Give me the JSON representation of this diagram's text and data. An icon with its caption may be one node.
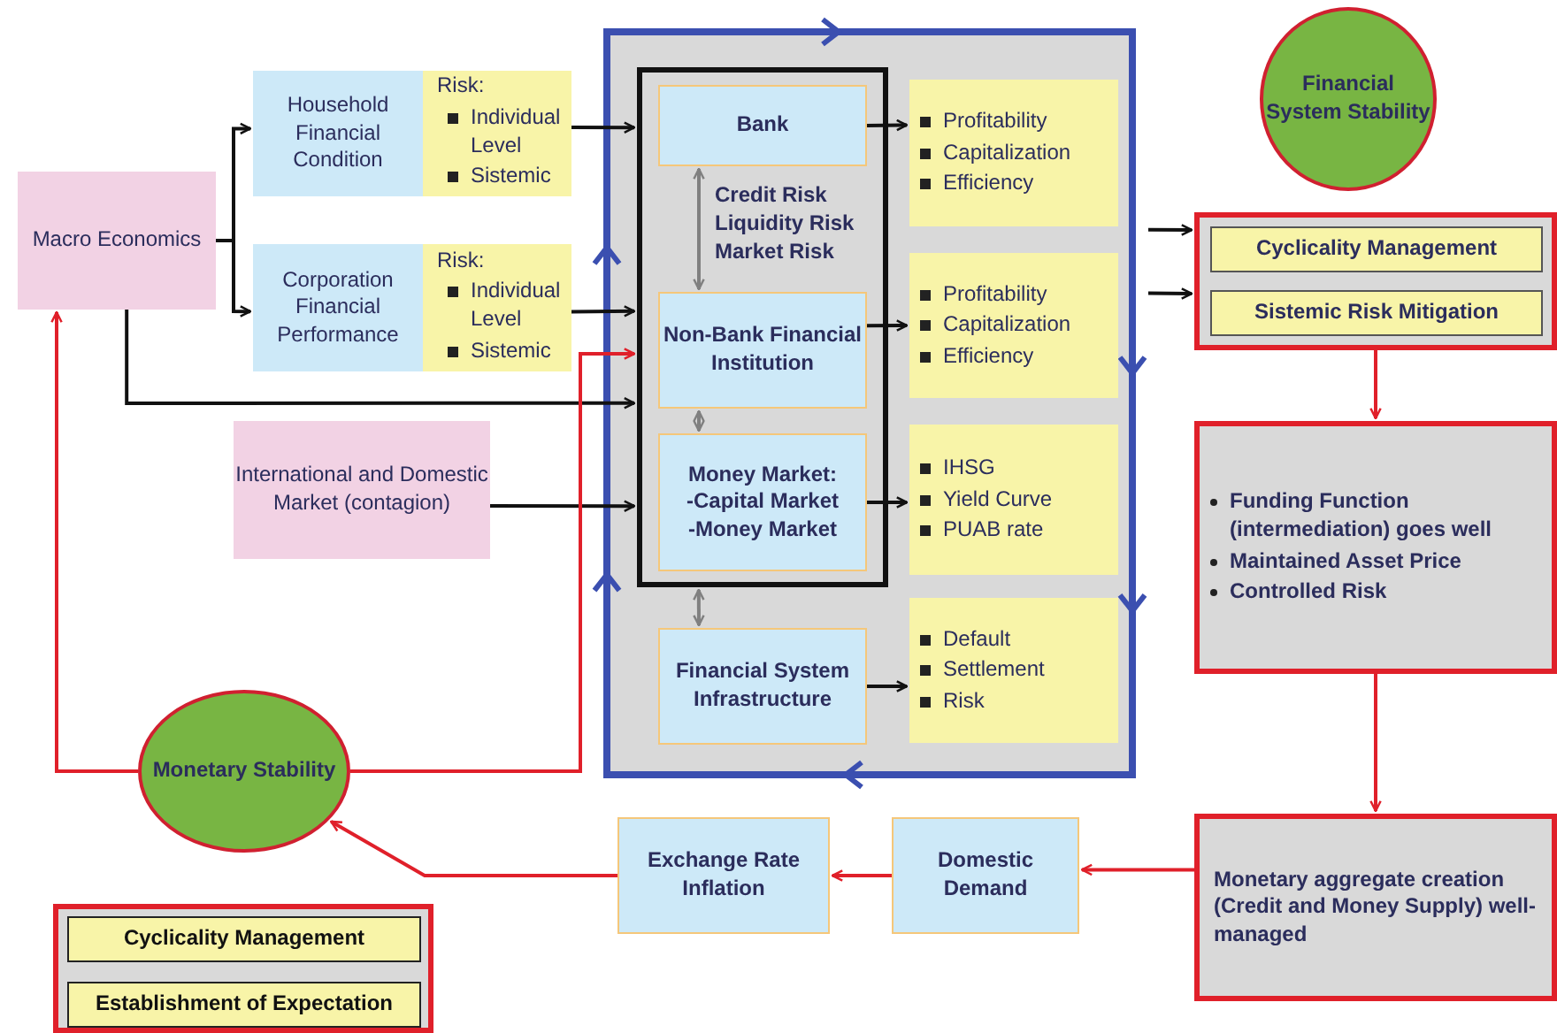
{
  "diagram": {
    "nodes": [
      {
        "text": [
          "Macro Economics"
        ]
      },
      {
        "text": [
          "Household Financial Condition"
        ]
      },
      {
        "text": [
          "Risk:",
          "Individual Level",
          "Sistemic"
        ]
      },
      {
        "text": [
          "Corporation Financial Performance"
        ]
      },
      {
        "text": [
          "Risk:",
          "Individual Level",
          "Sistemic"
        ]
      },
      {
        "text": [
          "International and Domestic Market (contagion)"
        ]
      },
      {
        "text": [],
        "shape": "box"
      },
      {
        "text": [],
        "shape": "box",
        "in": 6
      },
      {
        "text": [
          "Bank"
        ],
        "in": 7
      },
      {
        "text": [
          "Non-Bank Financial Institution"
        ],
        "in": 7
      },
      {
        "text": [
          "Money Market:",
          "-Capital Market",
          "-Money Market"
        ],
        "in": 7
      },
      {
        "text": [
          "Financial System Infrastructure"
        ],
        "in": 6
      },
      {
        "text": [
          "Profitability",
          "Capitalization",
          "Efficiency"
        ],
        "in": 6
      },
      {
        "text": [
          "Profitability",
          "Capitalization",
          "Efficiency"
        ],
        "in": 6
      },
      {
        "text": [
          "IHSG",
          "Yield Curve",
          "PUAB rate"
        ],
        "in": 6
      },
      {
        "text": [
          "Default",
          "Settlement",
          "Risk"
        ],
        "in": 6
      },
      {
        "text": [
          "Financial System Stability"
        ]
      },
      {
        "text": [],
        "shape": "box"
      },
      {
        "text": [
          "Cyclicality Management"
        ],
        "in": 17
      },
      {
        "text": [
          "Sistemic Risk Mitigation"
        ],
        "in": 17
      },
      {
        "text": [
          "Funding Function (intermediation) goes well",
          "Maintained Asset Price",
          "Controlled Risk"
        ]
      },
      {
        "text": [
          "Monetary aggregate creation (Credit and Money Supply) well-managed"
        ]
      },
      {
        "text": [
          "Domestic Demand"
        ]
      },
      {
        "text": [
          "Exchange Rate Inflation"
        ]
      },
      {
        "text": [
          "Monetary Stability"
        ]
      },
      {
        "text": [],
        "shape": "box"
      },
      {
        "text": [
          "Cyclicality Management"
        ],
        "in": 25
      },
      {
        "text": [
          "Establishment of Expectation"
        ],
        "in": 25
      }
    ],
    "edges": [
      {
        "from": 0,
        "to": 1,
        "arrow": "to"
      },
      {
        "from": 0,
        "to": 3,
        "arrow": "to"
      },
      {
        "from": 2,
        "to": 7,
        "arrow": "to"
      },
      {
        "from": 4,
        "to": 7,
        "arrow": "to"
      },
      {
        "from": 0,
        "to": 7,
        "arrow": "to"
      },
      {
        "from": 5,
        "to": 7,
        "arrow": "to"
      },
      {
        "from": 24,
        "to": 7,
        "arrow": "to",
        "color": "#e0202a"
      },
      {
        "from": 24,
        "to": 0,
        "arrow": "to",
        "color": "#e0202a"
      },
      {
        "from": 8,
        "to": 9,
        "arrow": "both",
        "label": "Credit Risk Liquidity Risk Market Risk",
        "color": "#808080"
      },
      {
        "from": 9,
        "to": 10,
        "arrow": "both",
        "color": "#808080"
      },
      {
        "from": 7,
        "to": 11,
        "arrow": "both",
        "color": "#808080"
      },
      {
        "from": 8,
        "to": 12,
        "arrow": "to"
      },
      {
        "from": 9,
        "to": 13,
        "arrow": "to"
      },
      {
        "from": 10,
        "to": 14,
        "arrow": "to"
      },
      {
        "from": 11,
        "to": 15,
        "arrow": "to"
      },
      {
        "from": 6,
        "to": 17,
        "arrow": "to"
      },
      {
        "from": 6,
        "to": 17,
        "arrow": "to"
      },
      {
        "from": 17,
        "to": 20,
        "arrow": "to",
        "color": "#e0202a"
      },
      {
        "from": 20,
        "to": 21,
        "arrow": "to",
        "color": "#e0202a"
      },
      {
        "from": 21,
        "to": 22,
        "arrow": "to",
        "color": "#e0202a"
      },
      {
        "from": 22,
        "to": 23,
        "arrow": "to",
        "color": "#e0202a"
      },
      {
        "from": 23,
        "to": 24,
        "arrow": "to",
        "color": "#e0202a"
      }
    ]
  }
}
